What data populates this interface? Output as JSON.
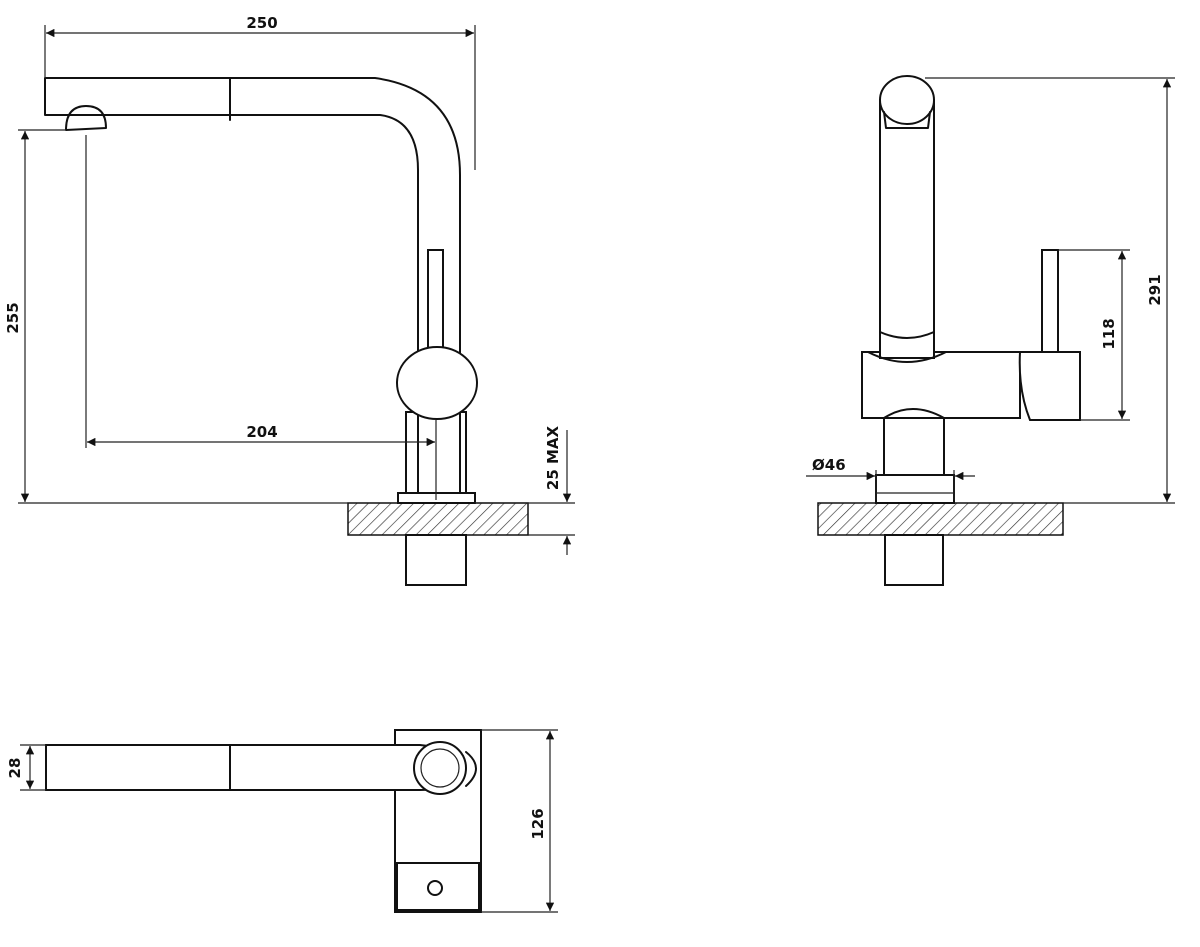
{
  "drawing": {
    "side_view": {
      "width_label": "250",
      "height_label": "255",
      "reach_label": "204",
      "deck_label": "25 MAX"
    },
    "front_view": {
      "height_label": "291",
      "handle_label": "118",
      "diameter_label": "Ø46"
    },
    "top_view": {
      "spout_width_label": "28",
      "depth_label": "126"
    }
  }
}
